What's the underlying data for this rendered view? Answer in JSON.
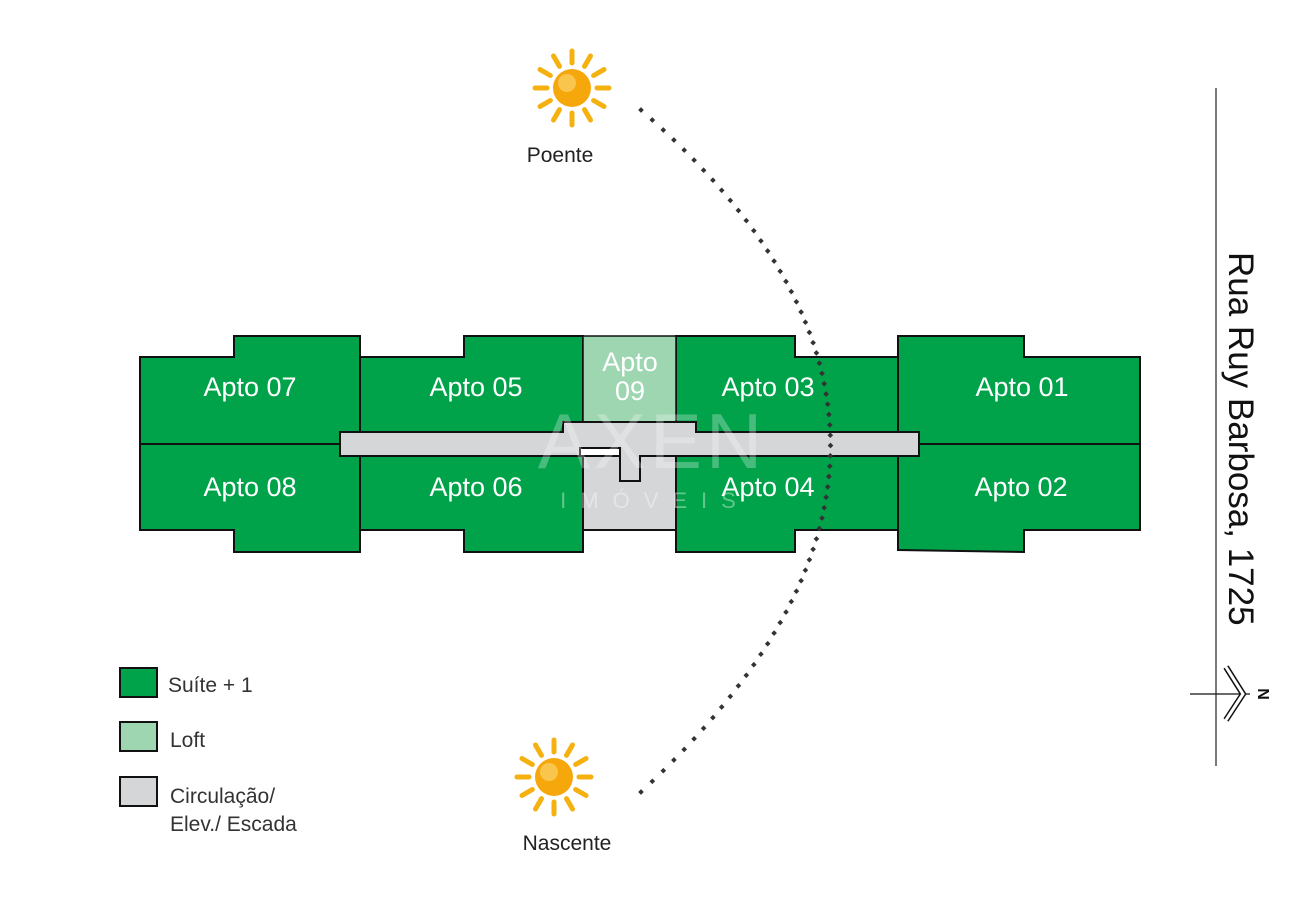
{
  "plan": {
    "apartments": [
      {
        "id": "apto-07",
        "label": "Apto 07",
        "type": "suite"
      },
      {
        "id": "apto-08",
        "label": "Apto 08",
        "type": "suite"
      },
      {
        "id": "apto-05",
        "label": "Apto 05",
        "type": "suite"
      },
      {
        "id": "apto-06",
        "label": "Apto 06",
        "type": "suite"
      },
      {
        "id": "apto-03",
        "label": "Apto 03",
        "type": "suite"
      },
      {
        "id": "apto-04",
        "label": "Apto 04",
        "type": "suite"
      },
      {
        "id": "apto-01",
        "label": "Apto 01",
        "type": "suite"
      },
      {
        "id": "apto-02",
        "label": "Apto 02",
        "type": "suite"
      },
      {
        "id": "apto-09",
        "label_line1": "Apto",
        "label_line2": "09",
        "type": "loft"
      }
    ],
    "watermark": {
      "main": "AXEN",
      "sub": "IMÓVEIS"
    }
  },
  "sun": {
    "sunset_label": "Poente",
    "sunrise_label": "Nascente"
  },
  "street": {
    "label": "Rua Ruy Barbosa, 1725",
    "north_label": "N"
  },
  "legend": {
    "items": [
      {
        "label": "Suíte + 1",
        "color": "#00a34a"
      },
      {
        "label": "Loft",
        "color": "#9dd6b0"
      },
      {
        "label_line1": "Circulação/",
        "label_line2": "Elev./ Escada",
        "color": "#d5d6d8"
      }
    ]
  },
  "colors": {
    "suite": "#00a34a",
    "loft": "#9dd6b0",
    "circulation": "#d5d6d8",
    "sun": "#f5b10f"
  }
}
